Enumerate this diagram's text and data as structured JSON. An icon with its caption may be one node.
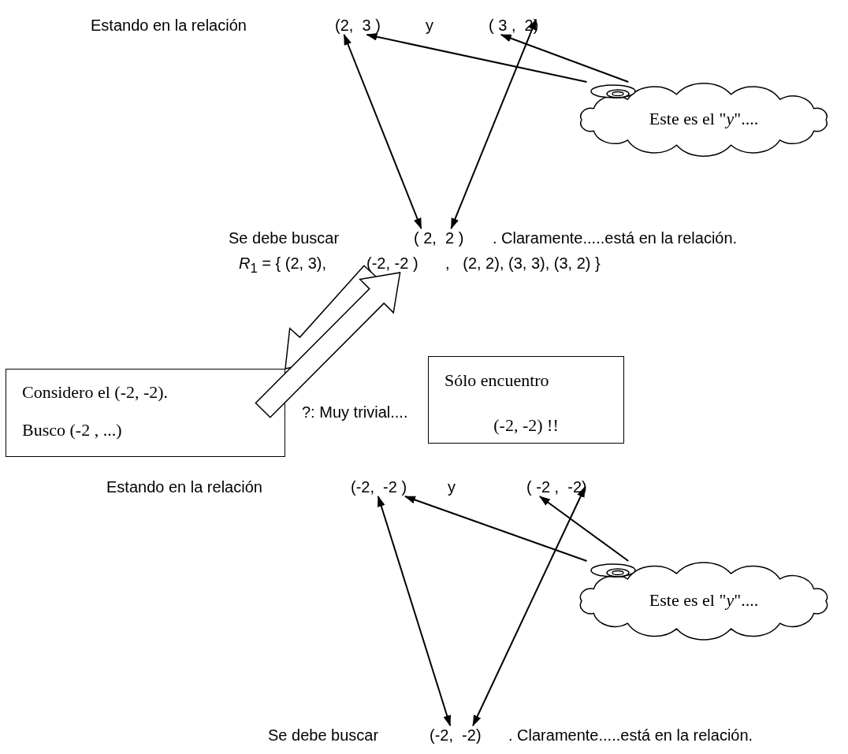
{
  "diagram": {
    "nodes": [
      {
        "text": [
          "(2,  3 )"
        ]
      },
      {
        "text": [
          "( 3 ,  2)"
        ]
      },
      {
        "text": [
          "Este es el \"*y*\"...."
        ]
      },
      {
        "text": [
          "( 2,  2 )"
        ]
      },
      {
        "text": [
          "(-2, -2 )"
        ]
      },
      {
        "text": [
          "Considero el (-2, -2).",
          "Busco (-2 , ...)"
        ]
      },
      {
        "text": [
          "Sólo encuentro",
          "(-2, -2) !!"
        ]
      },
      {
        "text": [
          "(-2,  -2 )"
        ]
      },
      {
        "text": [
          "( -2 ,  -2)"
        ]
      },
      {
        "text": [
          "Este es el \"*y*\"...."
        ]
      },
      {
        "text": [
          "(-2,  -2)"
        ]
      }
    ],
    "edges": [
      {
        "from": 2,
        "to": 0,
        "arrow": "to"
      },
      {
        "from": 2,
        "to": 1,
        "arrow": "to"
      },
      {
        "from": 0,
        "to": 3,
        "arrow": "both"
      },
      {
        "from": 1,
        "to": 3,
        "arrow": "both"
      },
      {
        "from": 4,
        "to": 5,
        "arrow": "to",
        "style": "thick"
      },
      {
        "from": 5,
        "to": 4,
        "arrow": "to",
        "style": "thick"
      },
      {
        "from": 9,
        "to": 7,
        "arrow": "to"
      },
      {
        "from": 9,
        "to": 8,
        "arrow": "to"
      },
      {
        "from": 7,
        "to": 10,
        "arrow": "both"
      },
      {
        "from": 8,
        "to": 10,
        "arrow": "both"
      }
    ],
    "labels": [
      "Estando en la relación",
      "y",
      "Se debe buscar",
      ". Claramente.....está en la relación.",
      "*R*$_{1}$ = { (2, 3),",
      ",   (2, 2), (3, 3), (3, 2) }",
      "?: Muy trivial....",
      "Estando en la relación",
      "y",
      "Se debe buscar",
      ". Claramente.....está en la relación."
    ]
  }
}
